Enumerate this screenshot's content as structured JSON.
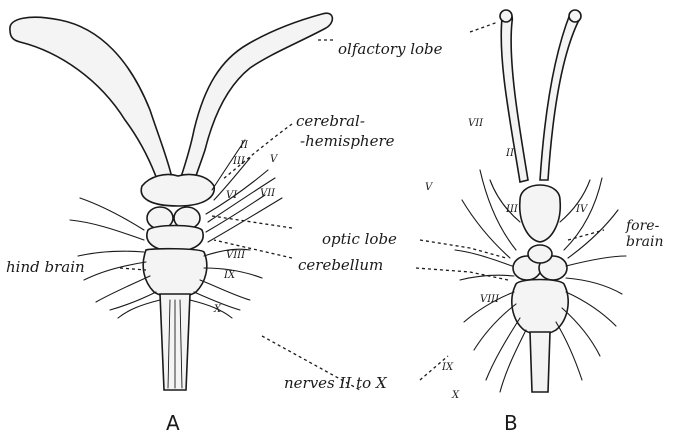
{
  "labels": {
    "olfactory_lobe": "olfactory lobe",
    "cerebral_line1": "cerebral-",
    "cerebral_line2": "-hemisphere",
    "optic_lobe": "optic lobe",
    "cerebellum": "cerebellum",
    "hind_brain": "hind brain",
    "fore_line1": "fore-",
    "fore_line2": "brain",
    "nerves": "nerves II to X"
  },
  "panels": {
    "a": "A",
    "b": "B"
  },
  "nerves_a": {
    "II": "II",
    "III": "III",
    "V": "V",
    "VI": "VI",
    "VII": "VII",
    "VIII": "VIII",
    "IX": "IX",
    "X": "X"
  },
  "nerves_b": {
    "VII": "VII",
    "II": "II",
    "V": "V",
    "III": "III",
    "IV": "IV",
    "VIII": "VIII",
    "IX": "IX",
    "X": "X"
  }
}
